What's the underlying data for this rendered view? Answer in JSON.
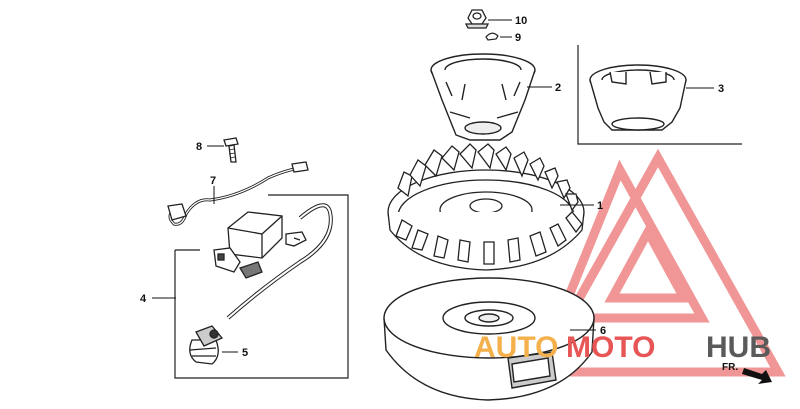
{
  "diagram": {
    "callouts": [
      {
        "id": "1",
        "text": "1"
      },
      {
        "id": "2",
        "text": "2"
      },
      {
        "id": "3",
        "text": "3"
      },
      {
        "id": "4",
        "text": "4"
      },
      {
        "id": "5",
        "text": "5"
      },
      {
        "id": "6",
        "text": "6"
      },
      {
        "id": "7",
        "text": "7"
      },
      {
        "id": "8",
        "text": "8"
      },
      {
        "id": "9",
        "text": "9"
      },
      {
        "id": "10",
        "text": "10"
      }
    ],
    "direction_label": "FR.",
    "watermark": {
      "part1": "AUTO",
      "part2": "MOTO",
      "part3": "HUB",
      "colors": {
        "red": "#e85555",
        "orange": "#f4b04a",
        "gray": "#5a5a5a",
        "triangle": "#ef8b8b"
      }
    }
  }
}
